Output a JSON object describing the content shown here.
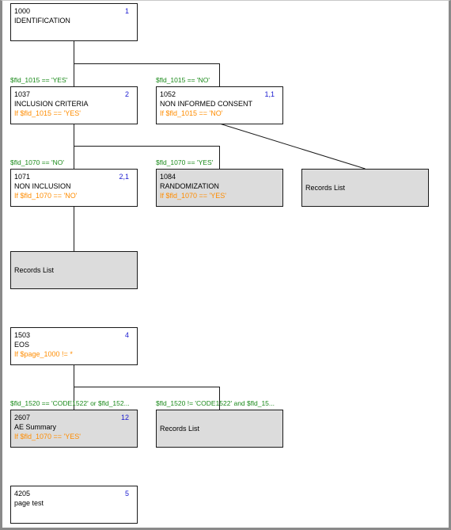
{
  "nodes": [
    {
      "code": "1000",
      "title": "IDENTIFICATION",
      "num": "1",
      "cond": ""
    },
    {
      "code": "1037",
      "title": "INCLUSION CRITERIA",
      "num": "2",
      "cond": "If $fld_1015 == 'YES'"
    },
    {
      "code": "1052",
      "title": "NON INFORMED CONSENT",
      "num": "1,1",
      "cond": "If $fld_1015 == 'NO'"
    },
    {
      "code": "1071",
      "title": "NON INCLUSION",
      "num": "2,1",
      "cond": "If $fld_1070 == 'NO'"
    },
    {
      "code": "1084",
      "title": "RANDOMIZATION",
      "num": "",
      "cond": "If $fld_1070 == 'YES'"
    },
    {
      "code": "1503",
      "title": "EOS",
      "num": "4",
      "cond": "If $page_1000 != *"
    },
    {
      "code": "2607",
      "title": "AE Summary",
      "num": "12",
      "cond": "If $fld_1070 == 'YES'"
    },
    {
      "code": "4205",
      "title": "page test",
      "num": "5",
      "cond": ""
    }
  ],
  "records_label": "Records List",
  "edge_labels": [
    "$fld_1015 == 'YES'",
    "$fld_1015 == 'NO'",
    "$fld_1070 == 'NO'",
    "$fld_1070 == 'YES'",
    "$fld_1520 == 'CODE1522' or $fld_152...",
    "$fld_1520 != 'CODE1522' and $fld_15..."
  ]
}
